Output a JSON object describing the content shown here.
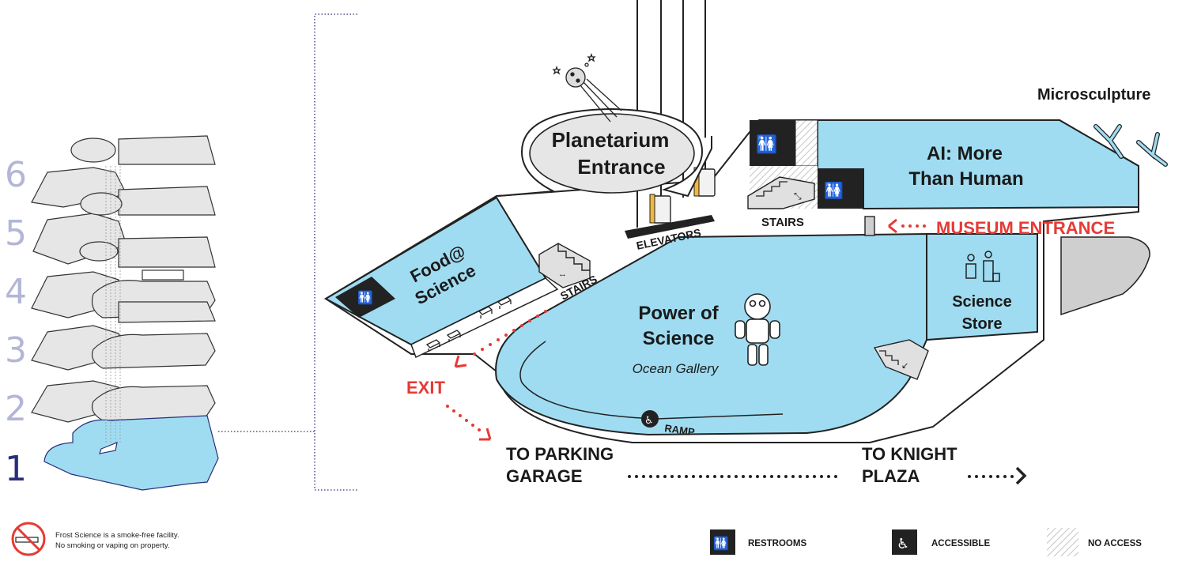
{
  "map": {
    "floors": [
      "6",
      "5",
      "4",
      "3",
      "2",
      "1"
    ],
    "current_floor": "1",
    "labels": {
      "planetarium": [
        "Planetarium",
        "Entrance"
      ],
      "ai_gallery": [
        "AI: More",
        "Than Human"
      ],
      "microsculpture": "Microsculpture",
      "food": [
        "Food@",
        "Science"
      ],
      "power": [
        "Power of",
        "Science"
      ],
      "ocean_gallery": "Ocean Gallery",
      "science_store": [
        "Science",
        "Store"
      ],
      "stairs_top": "STAIRS",
      "stairs_left": "STAIRS",
      "elevators": "ELEVATORS",
      "museum_entrance": "MUSEUM ENTRANCE",
      "exit": "EXIT",
      "ramp": "RAMP",
      "parking": [
        "TO PARKING",
        "GARAGE"
      ],
      "knight": [
        "TO KNIGHT",
        "PLAZA"
      ]
    },
    "smoke_notice": [
      "Frost Science is a smoke-free facility.",
      "No smoking or vaping on property."
    ],
    "legend": {
      "restrooms": "RESTROOMS",
      "accessible": "ACCESSIBLE",
      "no_access": "NO ACCESS"
    },
    "icons": [
      "restroom-icon",
      "accessible-icon",
      "no-smoking-icon",
      "stairs-icon",
      "astronaut-icon",
      "family-icon",
      "meteor-icon",
      "microsculpture-icon"
    ],
    "colors": {
      "gallery": "#9fdcf1",
      "floor_gray": "#e6e6e6",
      "accent_red": "#e63a35",
      "dark": "#222222",
      "floor_number": "#b3b6d6",
      "current_floor_number": "#2a2e7a"
    }
  }
}
